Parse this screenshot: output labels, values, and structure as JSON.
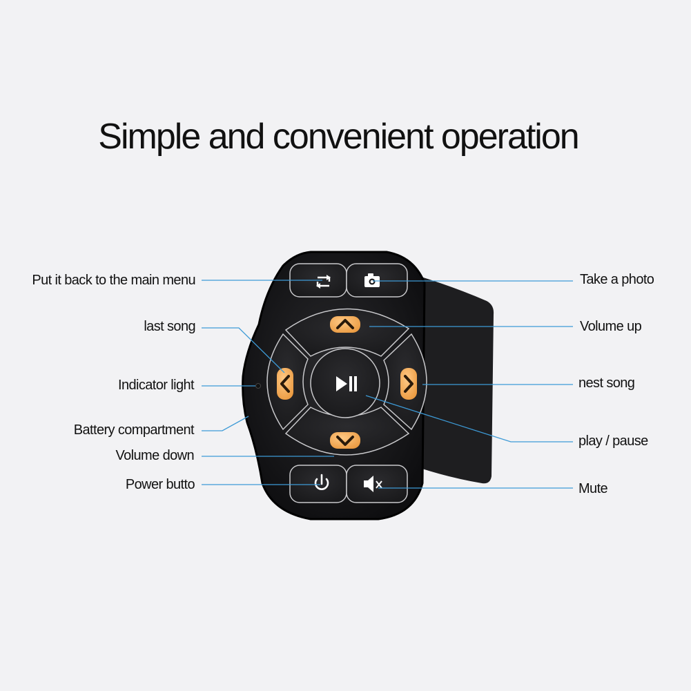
{
  "title": "Simple and convenient operation",
  "labels": {
    "back_main_menu": "Put it back to the main menu",
    "last_song": "last song",
    "indicator_light": "Indicator light",
    "battery_compartment": "Battery compartment",
    "volume_down": "Volume down",
    "power_button": "Power butto",
    "take_photo": "Take a photo",
    "volume_up": "Volume up",
    "next_song": "nest song",
    "play_pause": "play / pause",
    "mute": "Mute"
  },
  "colors": {
    "background": "#f2f2f4",
    "remote_body": "#141416",
    "strap": "#1e1e20",
    "button_face": "#1c1c1e",
    "accent_orange": "#f0a64b",
    "callout_line": "#3d9ad6"
  },
  "icons": {
    "menu": "repeat-arrows-icon",
    "photo": "camera-icon",
    "up": "chevron-up-icon",
    "down": "chevron-down-icon",
    "prev": "chevron-left-icon",
    "next": "chevron-right-icon",
    "play": "play-pause-icon",
    "power": "power-icon",
    "mute": "speaker-mute-icon"
  }
}
